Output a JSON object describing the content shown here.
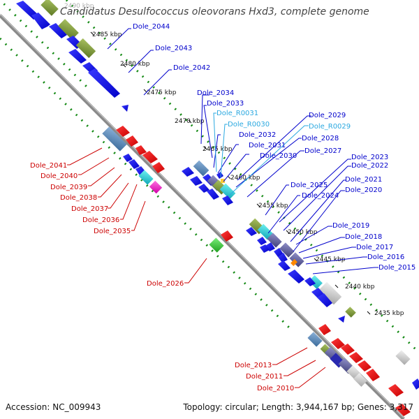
{
  "title": "Candidatus Desulfococcus oleovorans Hxd3, complete genome",
  "footer": {
    "accession": "Accession: NC_009943",
    "topology": "Topology: circular; Length: 3,944,167 bp; Genes: 3,317"
  },
  "colors": {
    "backbone": "#8a8a8a",
    "forward_cds": "#0000ee",
    "reverse_cds": "#ee0000",
    "trna": "#33bbee",
    "gc_skew_dots": "#118811",
    "label_blue": "#0000cc",
    "label_cyan": "#2aa8e0",
    "label_red": "#cc0000"
  },
  "scale_labels": [
    {
      "text": "2490 kbp",
      "faint": true
    },
    {
      "text": "2485 kbp",
      "faint": false
    },
    {
      "text": "2480 kbp",
      "faint": false
    },
    {
      "text": "2475 kbp",
      "faint": false
    },
    {
      "text": "2470 kbp",
      "faint": false
    },
    {
      "text": "2465 kbp",
      "faint": false
    },
    {
      "text": "2460 kbp",
      "faint": false
    },
    {
      "text": "2455 kbp",
      "faint": false
    },
    {
      "text": "2450 kbp",
      "faint": false
    },
    {
      "text": "2445 kbp",
      "faint": false
    },
    {
      "text": "2440 kbp",
      "faint": false
    },
    {
      "text": "2435 kbp",
      "faint": false
    }
  ],
  "gene_labels": [
    {
      "text": "Dole_2044",
      "color": "blue"
    },
    {
      "text": "Dole_2043",
      "color": "blue"
    },
    {
      "text": "Dole_2042",
      "color": "blue"
    },
    {
      "text": "Dole_2034",
      "color": "blue"
    },
    {
      "text": "Dole_2033",
      "color": "blue"
    },
    {
      "text": "Dole_R0031",
      "color": "cyan"
    },
    {
      "text": "Dole_R0030",
      "color": "cyan"
    },
    {
      "text": "Dole_2032",
      "color": "blue"
    },
    {
      "text": "Dole_2031",
      "color": "blue"
    },
    {
      "text": "Dole_2030",
      "color": "blue"
    },
    {
      "text": "Dole_2029",
      "color": "blue"
    },
    {
      "text": "Dole_R0029",
      "color": "cyan"
    },
    {
      "text": "Dole_2028",
      "color": "blue"
    },
    {
      "text": "Dole_2027",
      "color": "blue"
    },
    {
      "text": "Dole_2023",
      "color": "blue"
    },
    {
      "text": "Dole_2022",
      "color": "blue"
    },
    {
      "text": "Dole_2021",
      "color": "blue"
    },
    {
      "text": "Dole_2020",
      "color": "blue"
    },
    {
      "text": "Dole_2025",
      "color": "blue"
    },
    {
      "text": "Dole_2024",
      "color": "blue"
    },
    {
      "text": "Dole_2019",
      "color": "blue"
    },
    {
      "text": "Dole_2018",
      "color": "blue"
    },
    {
      "text": "Dole_2017",
      "color": "blue"
    },
    {
      "text": "Dole_2016",
      "color": "blue"
    },
    {
      "text": "Dole_2015",
      "color": "blue"
    },
    {
      "text": "Dole_2041",
      "color": "red"
    },
    {
      "text": "Dole_2040",
      "color": "red"
    },
    {
      "text": "Dole_2039",
      "color": "red"
    },
    {
      "text": "Dole_2038",
      "color": "red"
    },
    {
      "text": "Dole_2037",
      "color": "red"
    },
    {
      "text": "Dole_2036",
      "color": "red"
    },
    {
      "text": "Dole_2035",
      "color": "red"
    },
    {
      "text": "Dole_2026",
      "color": "red"
    },
    {
      "text": "Dole_2013",
      "color": "red"
    },
    {
      "text": "Dole_2011",
      "color": "red"
    },
    {
      "text": "Dole_2010",
      "color": "red"
    }
  ]
}
